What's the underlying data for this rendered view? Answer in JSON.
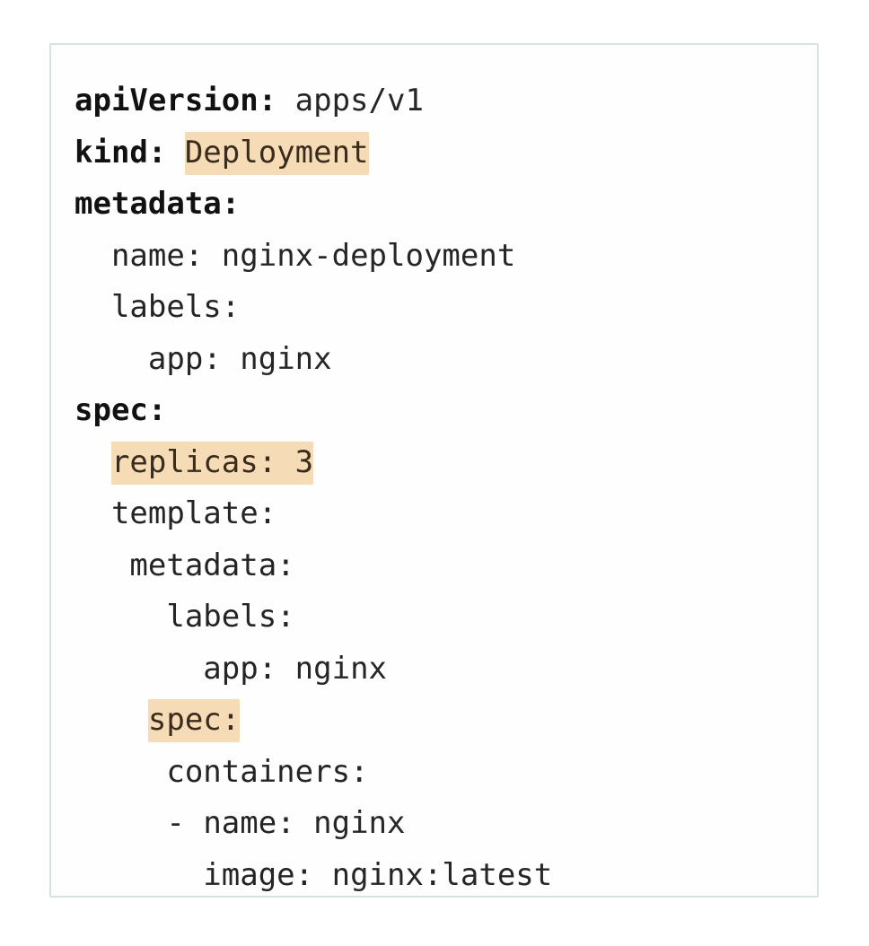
{
  "card": {
    "border_color": "#d6e4da",
    "background": "#fefefe",
    "highlight_color": "#f6dcb6",
    "text_color": "#1c1c1c"
  },
  "code": {
    "language": "yaml",
    "lines": [
      {
        "indent": "",
        "key": "apiVersion",
        "colon": ": ",
        "value": "apps/v1",
        "key_bold": true,
        "key_highlight": false,
        "value_highlight": false,
        "full_text": "apiVersion: apps/v1"
      },
      {
        "indent": "",
        "key": "kind",
        "colon": ": ",
        "value": "Deployment",
        "key_bold": true,
        "key_highlight": false,
        "value_highlight": true,
        "full_text": "kind: Deployment"
      },
      {
        "indent": "",
        "key": "metadata",
        "colon": ":",
        "value": "",
        "key_bold": true,
        "key_highlight": false,
        "value_highlight": false,
        "full_text": "metadata:"
      },
      {
        "indent": "  ",
        "key": "name",
        "colon": ": ",
        "value": "nginx-deployment",
        "key_bold": false,
        "key_highlight": false,
        "value_highlight": false,
        "full_text": "  name: nginx-deployment"
      },
      {
        "indent": "  ",
        "key": "labels",
        "colon": ":",
        "value": "",
        "key_bold": false,
        "key_highlight": false,
        "value_highlight": false,
        "full_text": "  labels:"
      },
      {
        "indent": "    ",
        "key": "app",
        "colon": ": ",
        "value": "nginx",
        "key_bold": false,
        "key_highlight": false,
        "value_highlight": false,
        "full_text": "    app: nginx"
      },
      {
        "indent": "",
        "key": "spec",
        "colon": ":",
        "value": "",
        "key_bold": true,
        "key_highlight": false,
        "value_highlight": false,
        "full_text": "spec:"
      },
      {
        "indent": "  ",
        "key": "replicas",
        "colon": ": ",
        "value": "3",
        "key_bold": false,
        "key_highlight": true,
        "value_highlight": true,
        "full_text": "  replicas: 3"
      },
      {
        "indent": "  ",
        "key": "template",
        "colon": ":",
        "value": "",
        "key_bold": false,
        "key_highlight": false,
        "value_highlight": false,
        "full_text": "  template:"
      },
      {
        "indent": "   ",
        "key": "metadata",
        "colon": ":",
        "value": "",
        "key_bold": false,
        "key_highlight": false,
        "value_highlight": false,
        "full_text": "   metadata:"
      },
      {
        "indent": "     ",
        "key": "labels",
        "colon": ":",
        "value": "",
        "key_bold": false,
        "key_highlight": false,
        "value_highlight": false,
        "full_text": "     labels:"
      },
      {
        "indent": "       ",
        "key": "app",
        "colon": ": ",
        "value": "nginx",
        "key_bold": false,
        "key_highlight": false,
        "value_highlight": false,
        "full_text": "       app: nginx"
      },
      {
        "indent": "    ",
        "key": "spec",
        "colon": ":",
        "value": "",
        "key_bold": false,
        "key_highlight": true,
        "value_highlight": false,
        "full_text": "    spec:"
      },
      {
        "indent": "     ",
        "key": "containers",
        "colon": ":",
        "value": "",
        "key_bold": false,
        "key_highlight": false,
        "value_highlight": false,
        "full_text": "     containers:"
      },
      {
        "indent": "     ",
        "dash": "- ",
        "key": "name",
        "colon": ": ",
        "value": "nginx",
        "key_bold": false,
        "key_highlight": false,
        "value_highlight": false,
        "full_text": "     - name: nginx"
      },
      {
        "indent": "       ",
        "key": "image",
        "colon": ": ",
        "value": "nginx:latest",
        "key_bold": false,
        "key_highlight": false,
        "value_highlight": false,
        "full_text": "       image: nginx:latest"
      }
    ]
  }
}
